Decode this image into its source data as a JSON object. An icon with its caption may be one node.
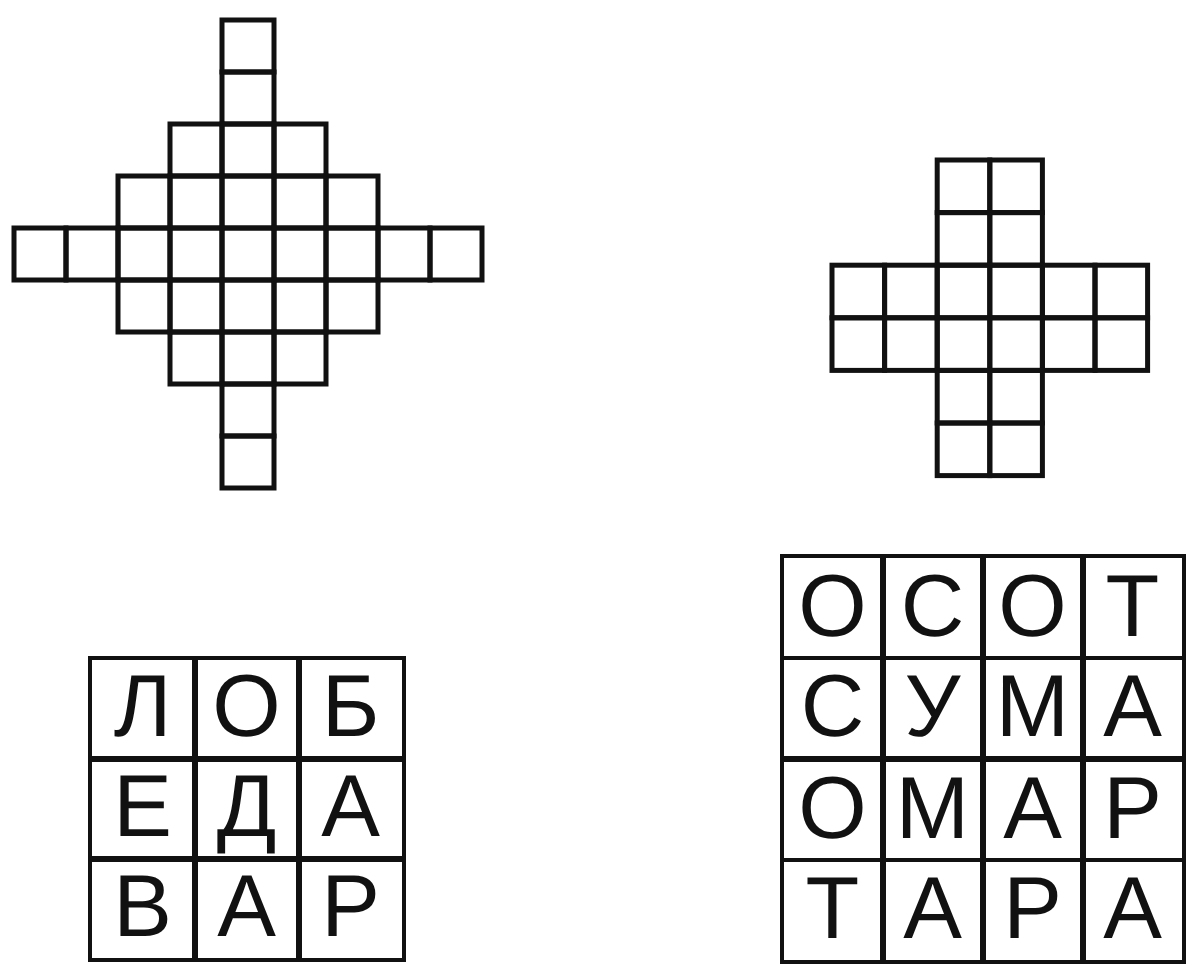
{
  "diagram": {
    "labels": [
      "Л",
      "О",
      "Б",
      "Е",
      "Д",
      "А",
      "В",
      "А",
      "Р",
      "О",
      "С",
      "О",
      "Т",
      "С",
      "У",
      "М",
      "А",
      "О",
      "М",
      "А",
      "Р",
      "Т",
      "А",
      "Р",
      "А"
    ]
  }
}
